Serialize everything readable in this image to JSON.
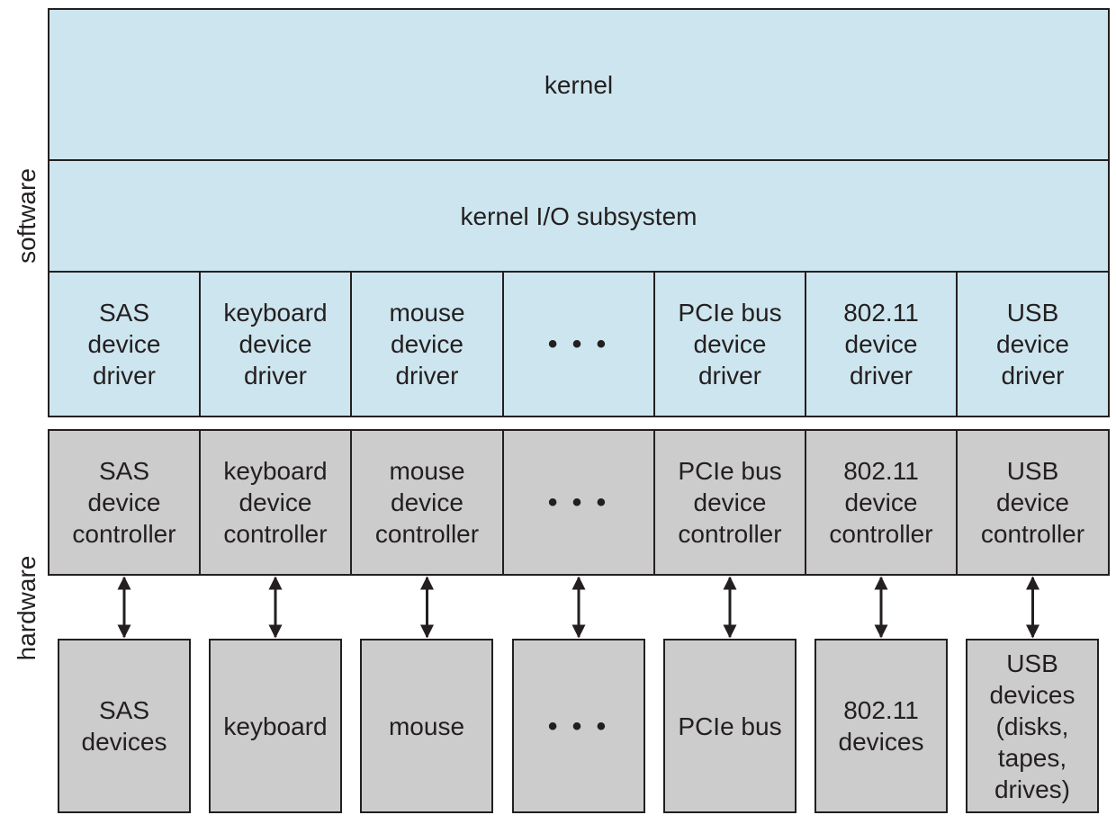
{
  "colors": {
    "software_fill": "#cde5ee",
    "hardware_fill": "#cccccc",
    "line": "#231f20",
    "text": "#231f20"
  },
  "side_labels": {
    "software": "software",
    "hardware": "hardware"
  },
  "software": {
    "kernel": "kernel",
    "io_subsystem": "kernel I/O subsystem",
    "drivers": [
      "SAS\ndevice\ndriver",
      "keyboard\ndevice\ndriver",
      "mouse\ndevice\ndriver",
      "• • •",
      "PCIe bus\ndevice\ndriver",
      "802.11\ndevice\ndriver",
      "USB\ndevice\ndriver"
    ]
  },
  "hardware": {
    "controllers": [
      "SAS\ndevice\ncontroller",
      "keyboard\ndevice\ncontroller",
      "mouse\ndevice\ncontroller",
      "• • •",
      "PCIe bus\ndevice\ncontroller",
      "802.11\ndevice\ncontroller",
      "USB\ndevice\ncontroller"
    ],
    "devices": [
      "SAS\ndevices",
      "keyboard",
      "mouse",
      "• • •",
      "PCIe bus",
      "802.11\ndevices",
      "USB\ndevices\n(disks,\ntapes,\ndrives)"
    ],
    "connector": "bidirectional-arrow"
  }
}
